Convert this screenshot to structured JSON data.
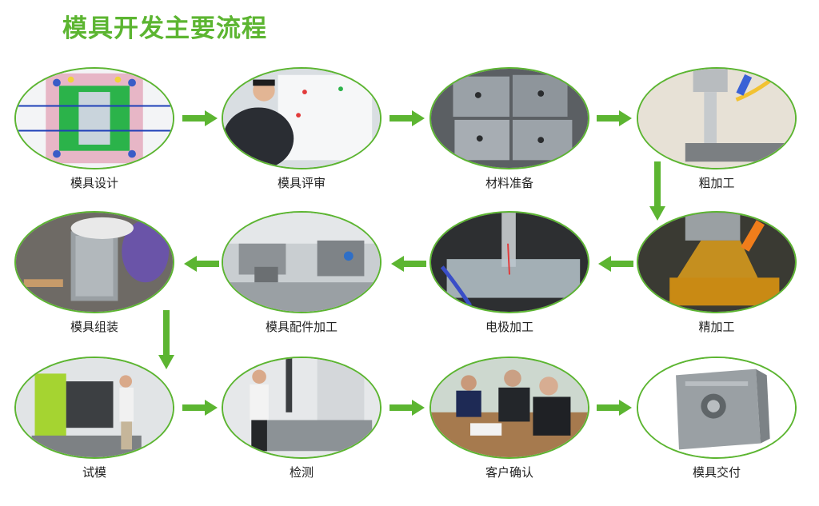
{
  "title": "模具开发主要流程",
  "colors": {
    "accent": "#5cb531",
    "text": "#222222"
  },
  "steps": [
    {
      "label": "模具设计"
    },
    {
      "label": "模具评审"
    },
    {
      "label": "材料准备"
    },
    {
      "label": "粗加工"
    },
    {
      "label": "精加工"
    },
    {
      "label": "电极加工"
    },
    {
      "label": "模具配件加工"
    },
    {
      "label": "模具组装"
    },
    {
      "label": "试模"
    },
    {
      "label": "检测"
    },
    {
      "label": "客户确认"
    },
    {
      "label": "模具交付"
    }
  ]
}
